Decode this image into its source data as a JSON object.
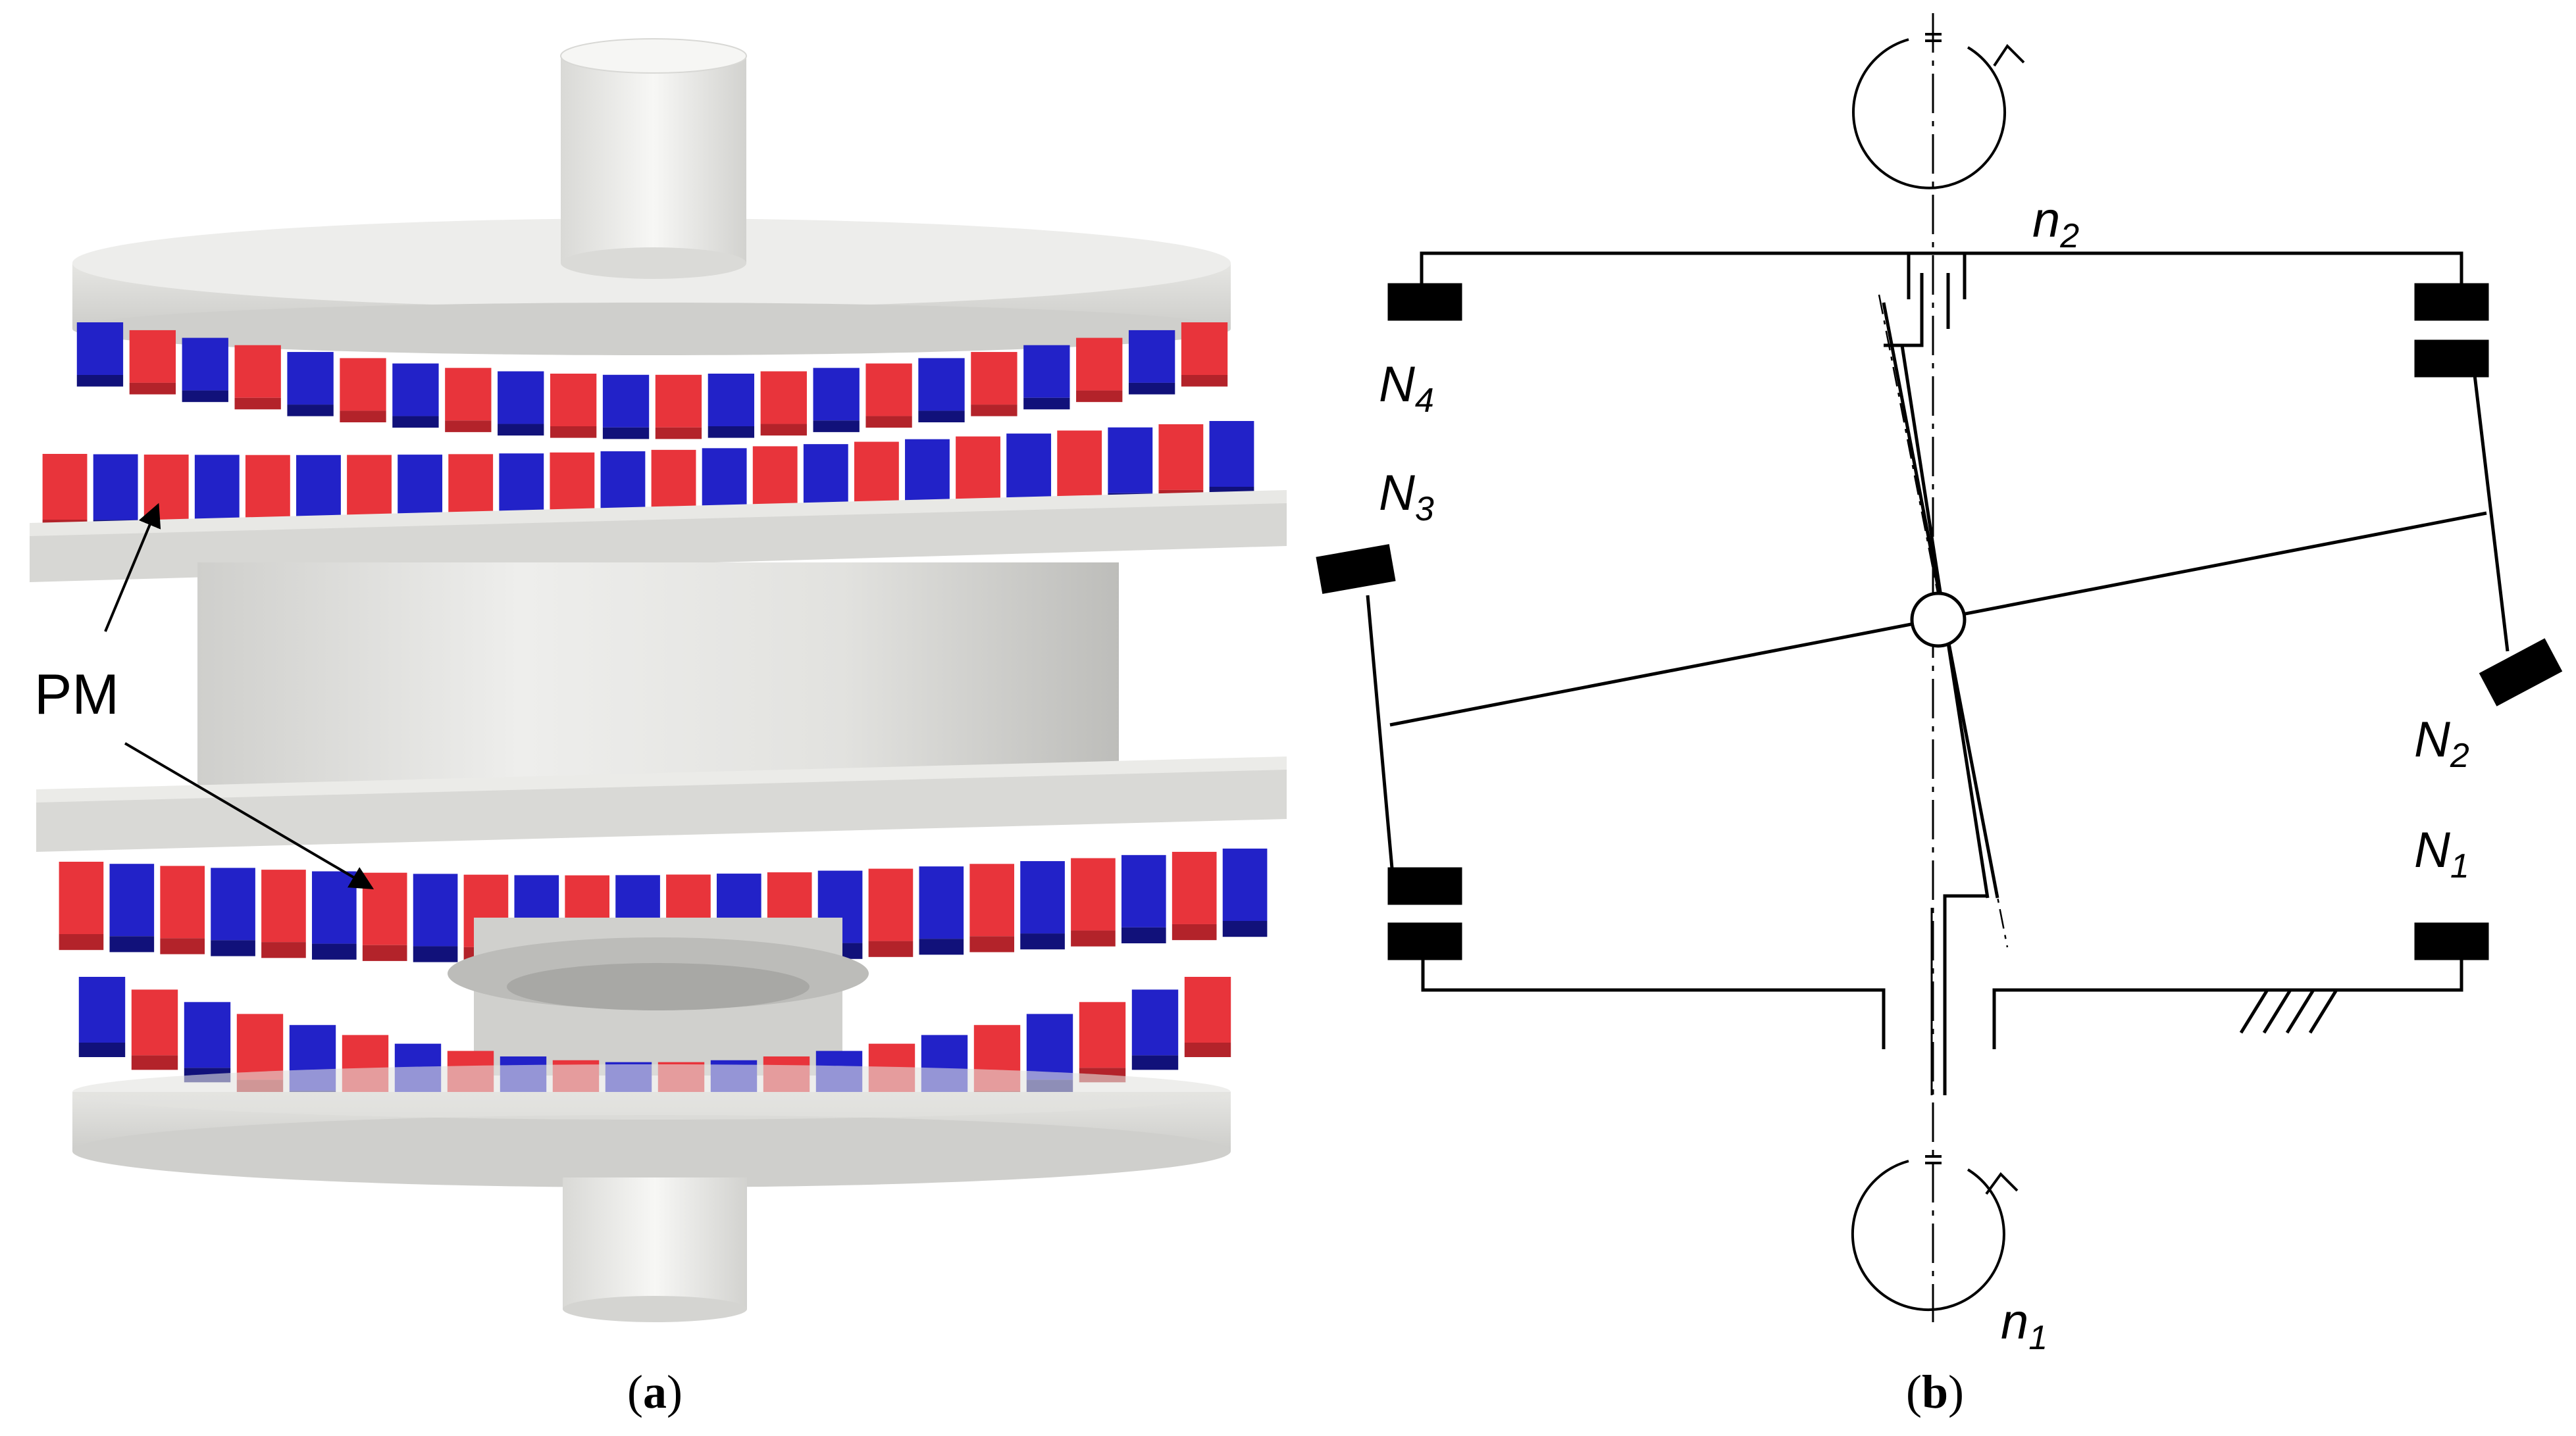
{
  "panel_a": {
    "label_pm": "PM",
    "caption": "(a)",
    "caption_letter": "a",
    "colors": {
      "red_magnet": "#e8343b",
      "red_magnet_dark": "#b3232a",
      "blue_magnet": "#2222c8",
      "blue_magnet_dark": "#11117a",
      "disc": "#e9e9e7",
      "disc_shadow": "#c9c9c6",
      "shaft": "#f0f0ee"
    }
  },
  "panel_b": {
    "caption": "(b)",
    "caption_letter": "b",
    "labels": {
      "n2": {
        "base": "n",
        "sub": "2"
      },
      "n1": {
        "base": "n",
        "sub": "1"
      },
      "N1": {
        "base": "N",
        "sub": "1"
      },
      "N2": {
        "base": "N",
        "sub": "2"
      },
      "N3": {
        "base": "N",
        "sub": "3"
      },
      "N4": {
        "base": "N",
        "sub": "4"
      }
    },
    "colors": {
      "line": "#000000",
      "bearing": "#000000"
    }
  }
}
